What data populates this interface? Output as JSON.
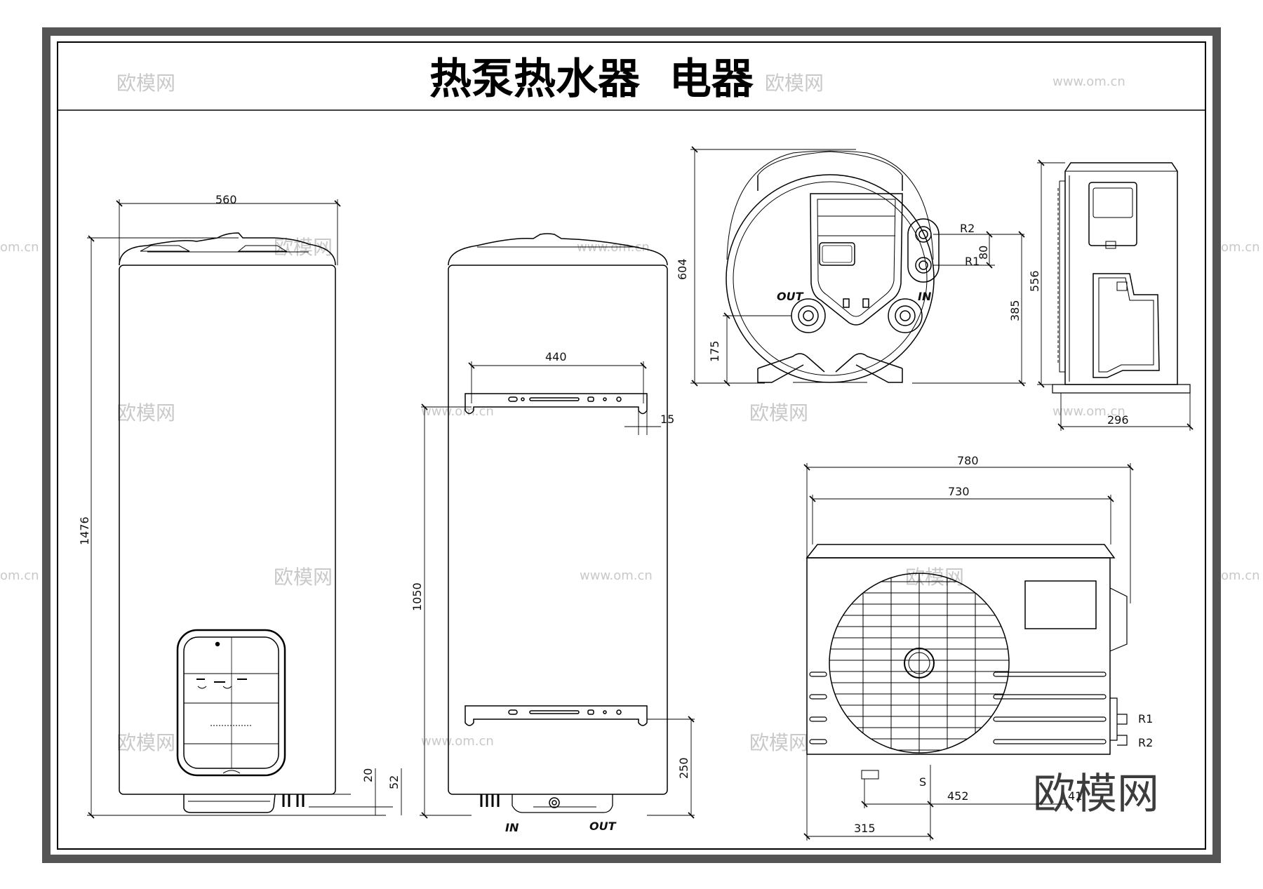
{
  "title": "热泵热水器  电器",
  "watermark": {
    "brand": "欧模网",
    "url": "www.om.cn",
    "url_cropped": "om.cn",
    "bottom_logo": "欧模网"
  },
  "front_view": {
    "width_label": "560",
    "height_label": "1476",
    "dim_20": "20",
    "dim_52": "52"
  },
  "side_view": {
    "bracket_label": "440",
    "offset_label": "15",
    "height_label": "1050",
    "bottom_label": "250",
    "in_label": "IN",
    "out_label": "OUT"
  },
  "top_view": {
    "height_label": "604",
    "base_label": "175",
    "r2_label": "R2",
    "r1_label": "R1",
    "gap_label": "80",
    "mid_label": "385",
    "out_label": "OUT",
    "in_label": "IN"
  },
  "unit_side_view": {
    "height_label": "556",
    "depth_label": "296"
  },
  "unit_front_view": {
    "outer_label": "780",
    "inner_label": "730",
    "r1_label": "R1",
    "r2_label": "R2",
    "s_label": "S",
    "dim_452": "452",
    "dim_315": "315",
    "dim_41": "41"
  }
}
